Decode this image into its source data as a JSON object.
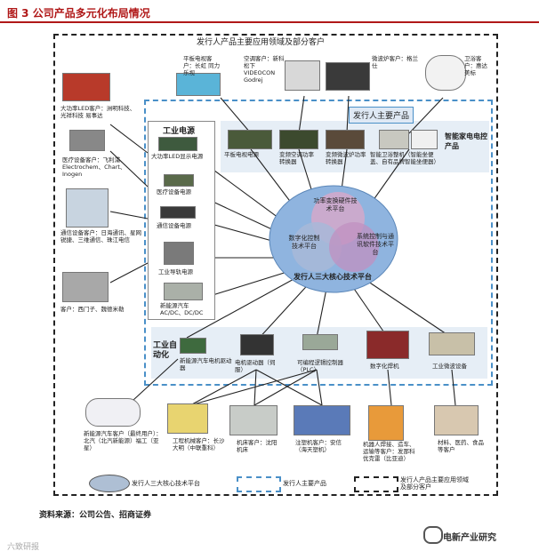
{
  "header": {
    "title": "图 3 公司产品多元化布局情况"
  },
  "frame": {
    "title": "发行人产品主要应用领域及部分客户"
  },
  "main_products": {
    "title": "发行人主要产品"
  },
  "industrial": {
    "title": "工业电源"
  },
  "automation": {
    "title": "工业自动化"
  },
  "smart_home": {
    "title": "智能家电电控产品"
  },
  "platforms": {
    "title": "发行人三大核心技术平台",
    "p1": "功率变换硬件技术平台",
    "p2": "数字化控制技术平台",
    "p3": "系统控制与通讯软件技术平台"
  },
  "products": {
    "panel_tv": "平板电视电源",
    "ac": "变频空调功率转换器",
    "microwave": "变频微波炉功率转换器",
    "toilet": "智能卫浴整机（智能坐便盖、自有品牌智能坐便器）",
    "led": "大功率LED显示电源",
    "medical": "医疗设备电源",
    "comm": "通信设备电源",
    "rail": "工业导轨电源",
    "ev_power": "新能源汽车AC/DC、DC/DC",
    "ev_motor": "新能源汽车电机驱动器",
    "drive": "电机驱动器（伺服）",
    "plc": "可编程逻辑控制器（PLC）",
    "cnc": "数字化焊机",
    "equip": "工业微波设备"
  },
  "customers": {
    "tv": "平板电视客户：长虹 同力 乐视",
    "ac": "空调客户：新科 松下 VIDEOCON Godrej",
    "microwave": "微波炉客户：格兰仕",
    "toilet": "卫浴客户：惠达 美标",
    "led": "大功率LED客户：洲明科技、光祥科技 易事达",
    "medical": "医疗设备客户：飞利浦、Electrochem、Chart、Inogen",
    "comm": "通信设备客户：日海通讯、星网锐捷、三维通信、珠江电信",
    "rail": "客户：西门子、魏德米勒",
    "ev": "新能源汽车客户（最终用户）：北汽（北汽新能源）福工（亚星）",
    "crane": "工程机械客户：长沙大明（中联重科）",
    "machine": "机床客户：沈阳机床",
    "injection": "注塑机客户：安信（海天塑机）",
    "robot": "机器人焊接、造车、运输等客户：发那科 优克雷（比亚迪）",
    "material": "材料、医药、食品等客户"
  },
  "legend": {
    "platform": "发行人三大核心技术平台",
    "main": "发行人主要产品",
    "apps": "发行人产品主要应用领域及部分客户"
  },
  "footer": {
    "source": "资料来源：公司公告、招商证券"
  },
  "watermarks": {
    "left": "六致研报",
    "right": "电新产业研究"
  },
  "colors": {
    "accent": "#b01818",
    "blue_dash": "#4a90c8",
    "ellipse": "#8fb4df"
  }
}
